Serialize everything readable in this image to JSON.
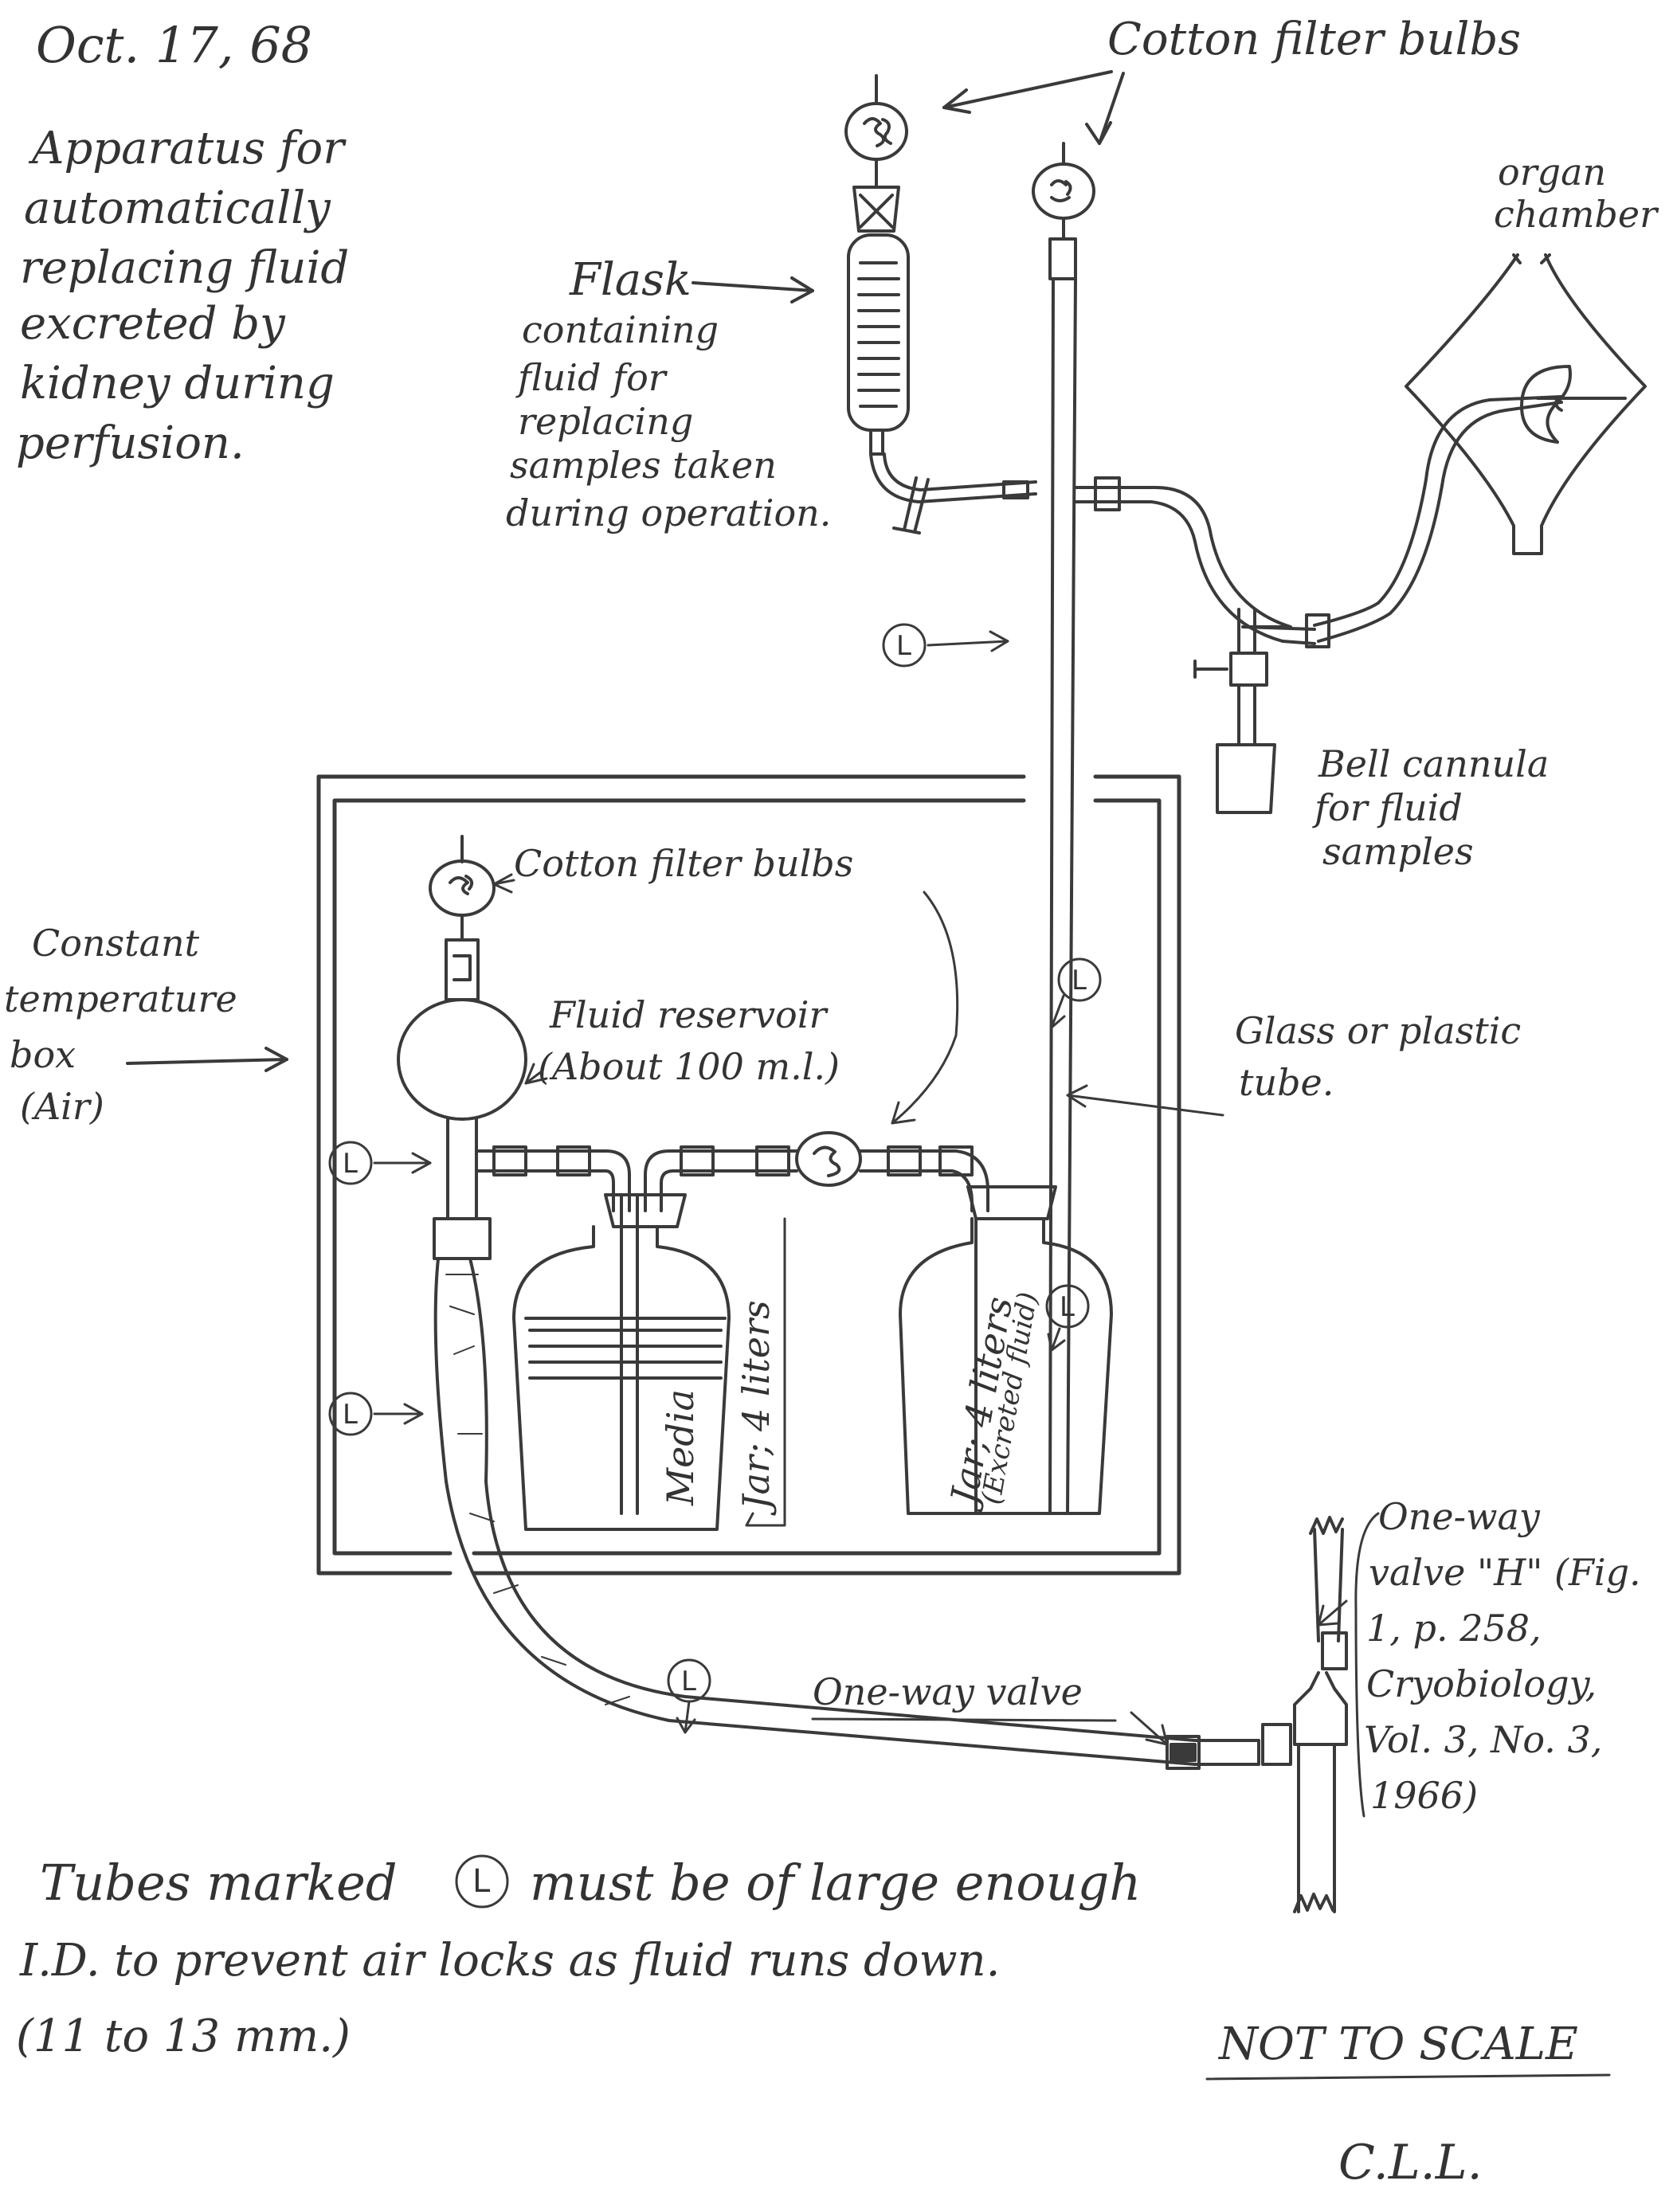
{
  "date": "Oct. 17, 68",
  "title_lines": [
    "Apparatus for",
    "automatically",
    "replacing fluid",
    "excreted by",
    "kidney during",
    "perfusion."
  ],
  "labels": {
    "cotton_filter_top": "Cotton filter bulbs",
    "organ_chamber": [
      "organ",
      "chamber"
    ],
    "flask": [
      "Flask",
      "containing",
      "fluid for",
      "replacing",
      "samples taken",
      "during operation."
    ],
    "bell_cannula": [
      "Bell cannula",
      "for fluid",
      "samples"
    ],
    "cotton_filter_box": "Cotton filter bulbs",
    "constant_temp_box": [
      "Constant",
      "temperature",
      "box",
      "(Air)"
    ],
    "fluid_reservoir": [
      "Fluid reservoir",
      "(About 100 m.l.)"
    ],
    "glass_tube": [
      "Glass or plastic",
      "tube."
    ],
    "jar_media": [
      "Media",
      "Jar; 4 liters"
    ],
    "jar_excreted": [
      "Jar; 4 liters",
      "(Excreted fluid)"
    ],
    "one_way_valve": "One-way valve",
    "one_way_valve_h": [
      "One-way",
      "valve \"H\" (Fig.",
      "1, p. 258,",
      "Cryobiology,",
      "Vol. 3, No. 3,",
      "1966)"
    ],
    "l_mark": "L"
  },
  "note_lines": [
    "Tubes marked",
    "must be of large enough",
    "I.D. to prevent air locks as fluid runs down.",
    "(11 to 13 mm.)"
  ],
  "not_to_scale": "NOT TO SCALE",
  "signature": "C.L.L."
}
